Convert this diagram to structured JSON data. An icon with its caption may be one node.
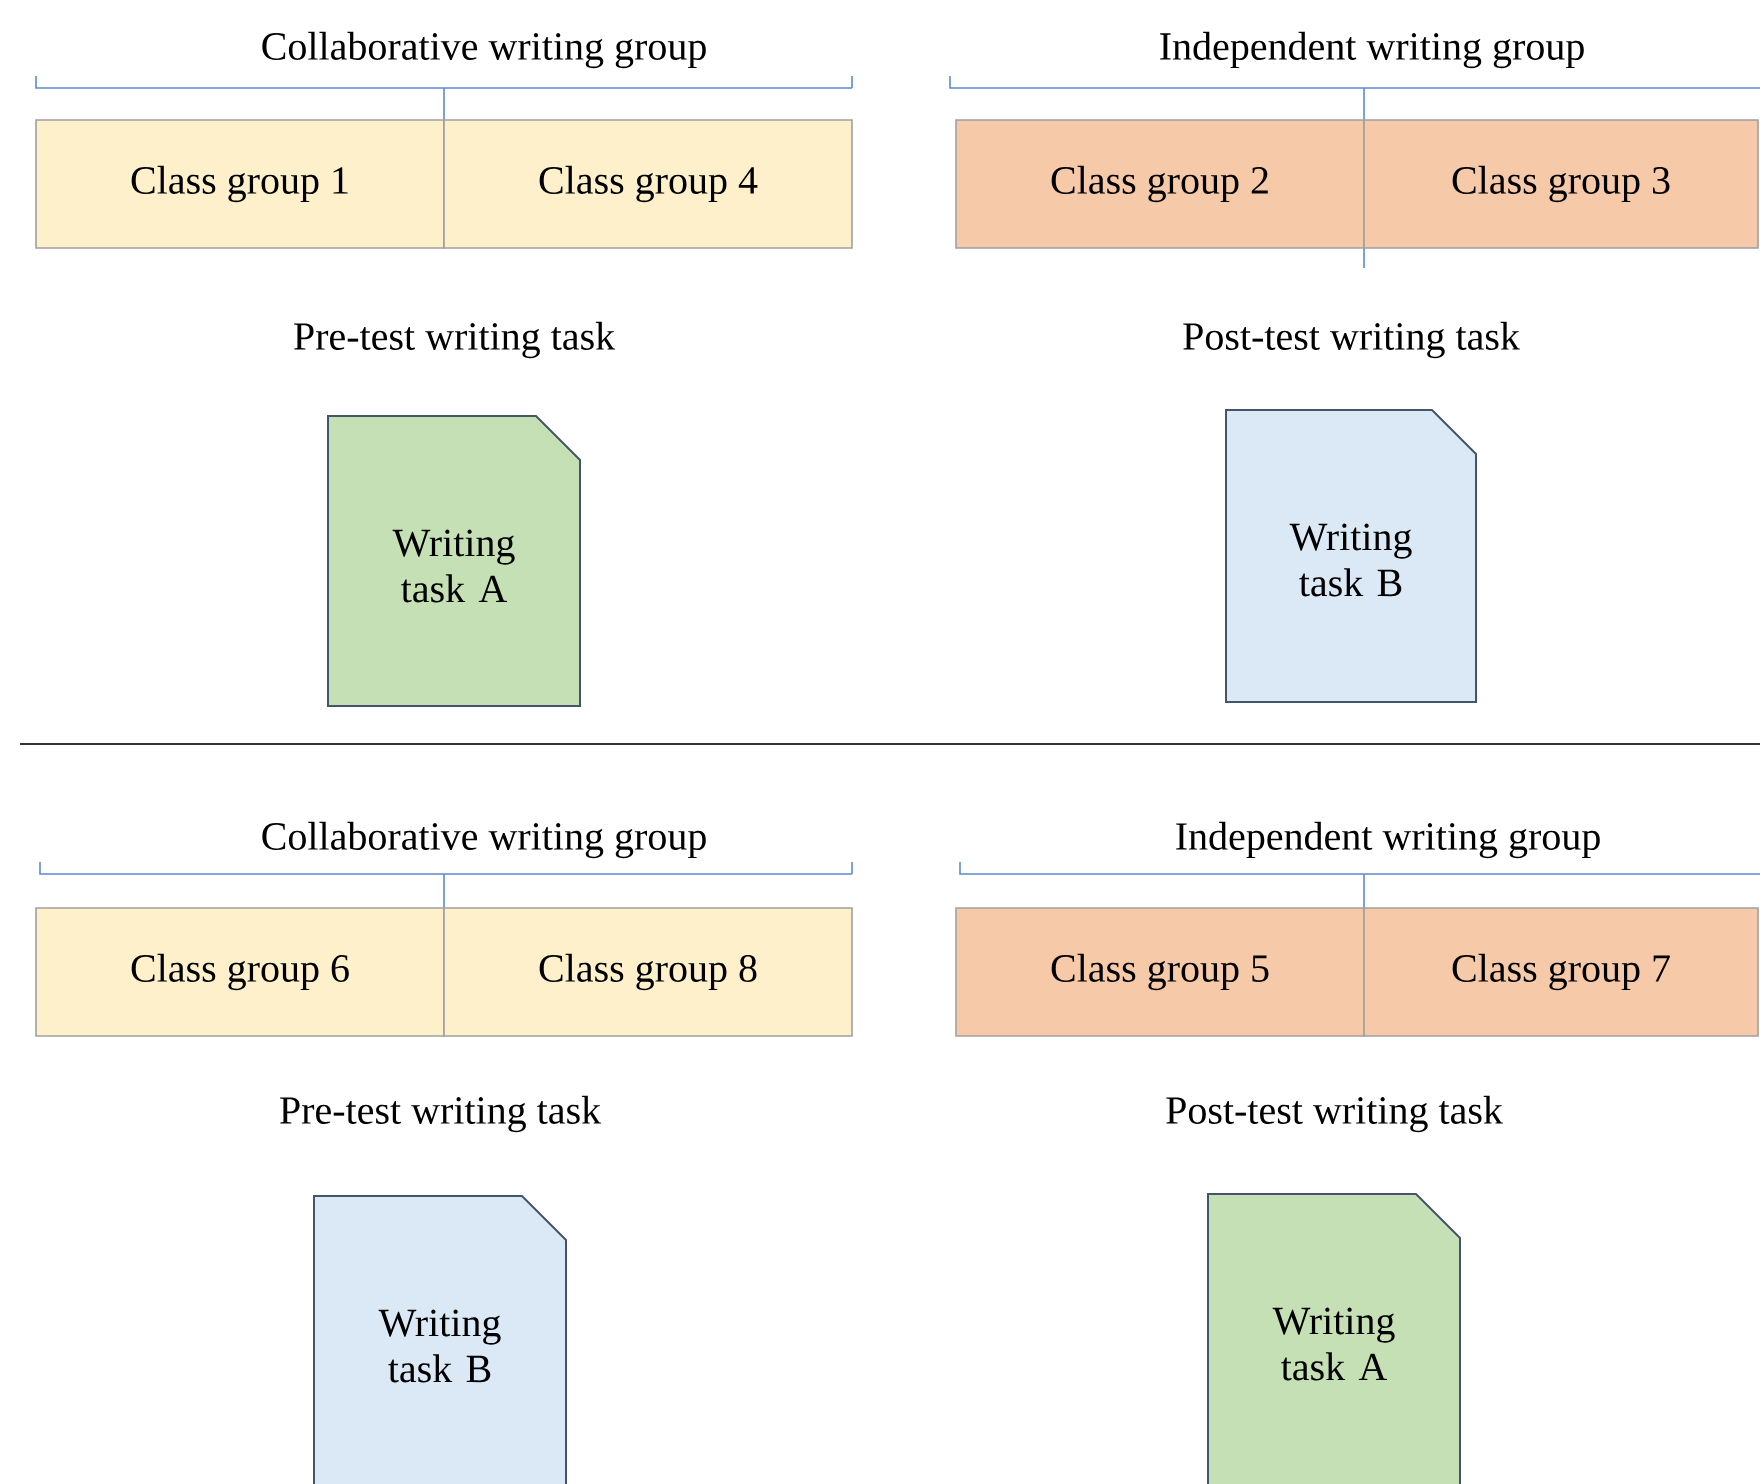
{
  "diagram": {
    "nodes": [
      {
        "text": [
          "Class group 1"
        ]
      },
      {
        "text": [
          "Class group 4"
        ]
      },
      {
        "text": [
          "Class group 2"
        ]
      },
      {
        "text": [
          "Class group 3"
        ]
      },
      {
        "text": [
          "Writing task A"
        ],
        "beside": [
          "Pre-test writing task"
        ]
      },
      {
        "text": [
          "Writing task B"
        ],
        "beside": [
          "Post-test writing task"
        ]
      },
      {
        "text": [
          "Class group 6"
        ]
      },
      {
        "text": [
          "Class group 8"
        ]
      },
      {
        "text": [
          "Class group 5"
        ]
      },
      {
        "text": [
          "Class group 7"
        ]
      },
      {
        "text": [
          "Writing task B"
        ],
        "beside": [
          "Pre-test writing task"
        ]
      },
      {
        "text": [
          "Writing task A"
        ],
        "beside": [
          "Post-test writing task"
        ]
      }
    ],
    "edges": [],
    "labels": [
      "Collaborative writing group",
      "Independent writing group",
      "Collaborative writing group",
      "Independent writing group"
    ]
  }
}
